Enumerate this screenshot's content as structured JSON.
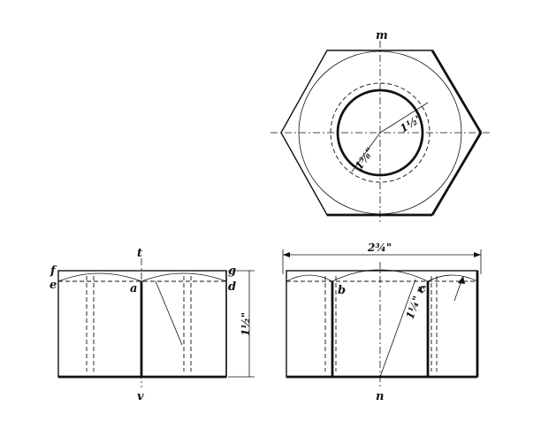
{
  "labels": {
    "m": "m",
    "n": "n",
    "t": "t",
    "v": "v",
    "a": "a",
    "b": "b",
    "c": "c",
    "d": "d",
    "e": "e",
    "f": "f",
    "g": "g"
  },
  "dimensions": {
    "inner_radius": "1⅝\"",
    "outer_radius": "1½\"",
    "width_across_corners": "2¾\"",
    "height_front": "1½\"",
    "height_side": "1¼\" r."
  }
}
